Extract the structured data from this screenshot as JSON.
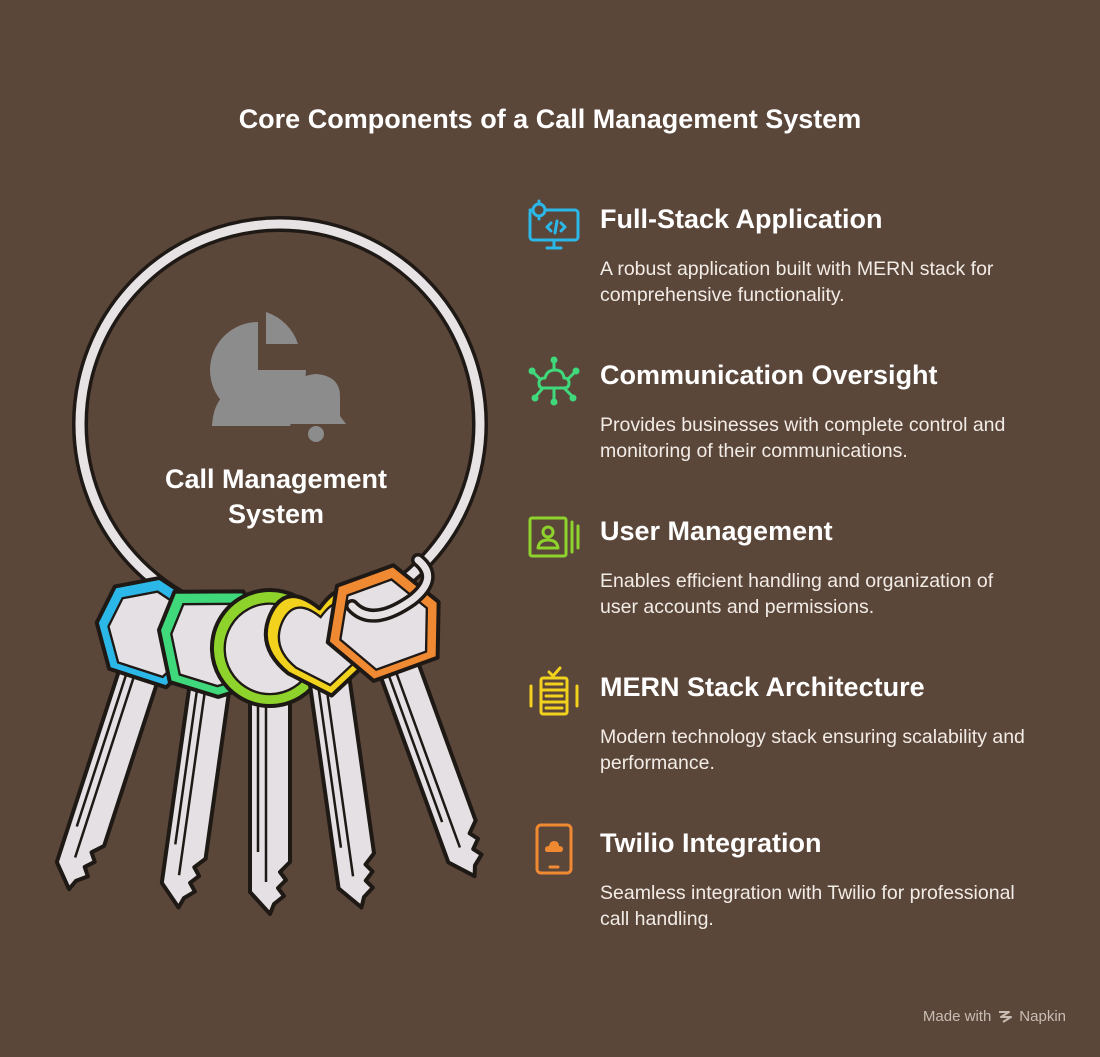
{
  "title": "Core Components of a Call Management System",
  "center": {
    "label": "Call Management System",
    "icon": "user-pie-bell-icon"
  },
  "features": [
    {
      "heading": "Full-Stack Application",
      "description": "A robust application built with MERN stack for comprehensive functionality.",
      "icon": "code-monitor-gear-icon",
      "color": "#2bb8e8"
    },
    {
      "heading": "Communication Oversight",
      "description": "Provides businesses with complete control and monitoring of their communications.",
      "icon": "cloud-network-icon",
      "color": "#3fd87a"
    },
    {
      "heading": "User Management",
      "description": "Enables efficient handling and organization of user accounts and permissions.",
      "icon": "user-id-card-icon",
      "color": "#8ed32b"
    },
    {
      "heading": "MERN Stack Architecture",
      "description": "Modern technology stack ensuring scalability and performance.",
      "icon": "server-stack-icon",
      "color": "#f2d21c"
    },
    {
      "heading": "Twilio Integration",
      "description": "Seamless integration with Twilio for professional call handling.",
      "icon": "phone-cloud-icon",
      "color": "#f08a32"
    }
  ],
  "keys": [
    {
      "color": "#2bb8e8",
      "icon": "key-icon"
    },
    {
      "color": "#3fd87a",
      "icon": "key-icon"
    },
    {
      "color": "#8ed32b",
      "icon": "key-icon"
    },
    {
      "color": "#f2d21c",
      "icon": "key-icon"
    },
    {
      "color": "#f08a32",
      "icon": "key-icon"
    }
  ],
  "footer": {
    "made_with": "Made with",
    "brand": "Napkin"
  }
}
